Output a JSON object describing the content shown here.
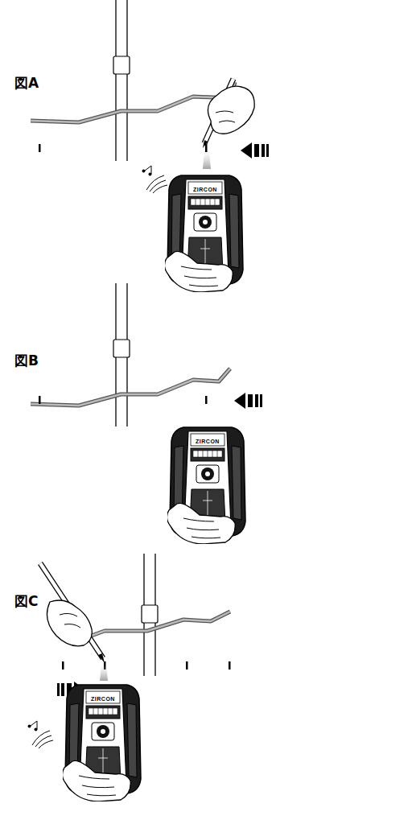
{
  "diagram": {
    "labels": [
      "図A",
      "図B",
      "図C",
      "ZIRCON",
      "ZIRCON",
      "ZIRCON"
    ]
  }
}
